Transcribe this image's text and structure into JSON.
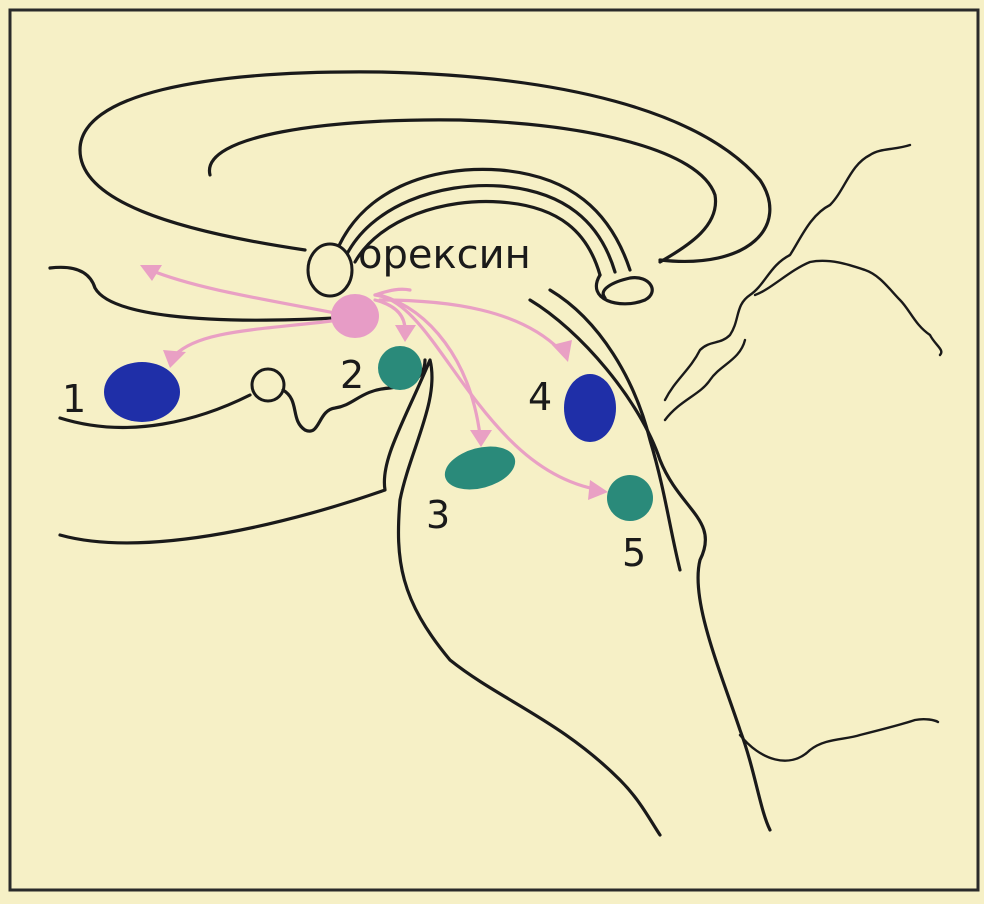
{
  "labels": {
    "orexin": "орексин",
    "n1": "1",
    "n2": "2",
    "n3": "3",
    "n4": "4",
    "n5": "5"
  },
  "colors": {
    "background": "#f6f0c6",
    "line": "#1a1a1a",
    "orexin_source": "#e79cc6",
    "arrow": "#e9a0c4",
    "target_blue": "#1f2fa8",
    "target_teal": "#2a8a7a",
    "frame": "#2a2a2a"
  }
}
